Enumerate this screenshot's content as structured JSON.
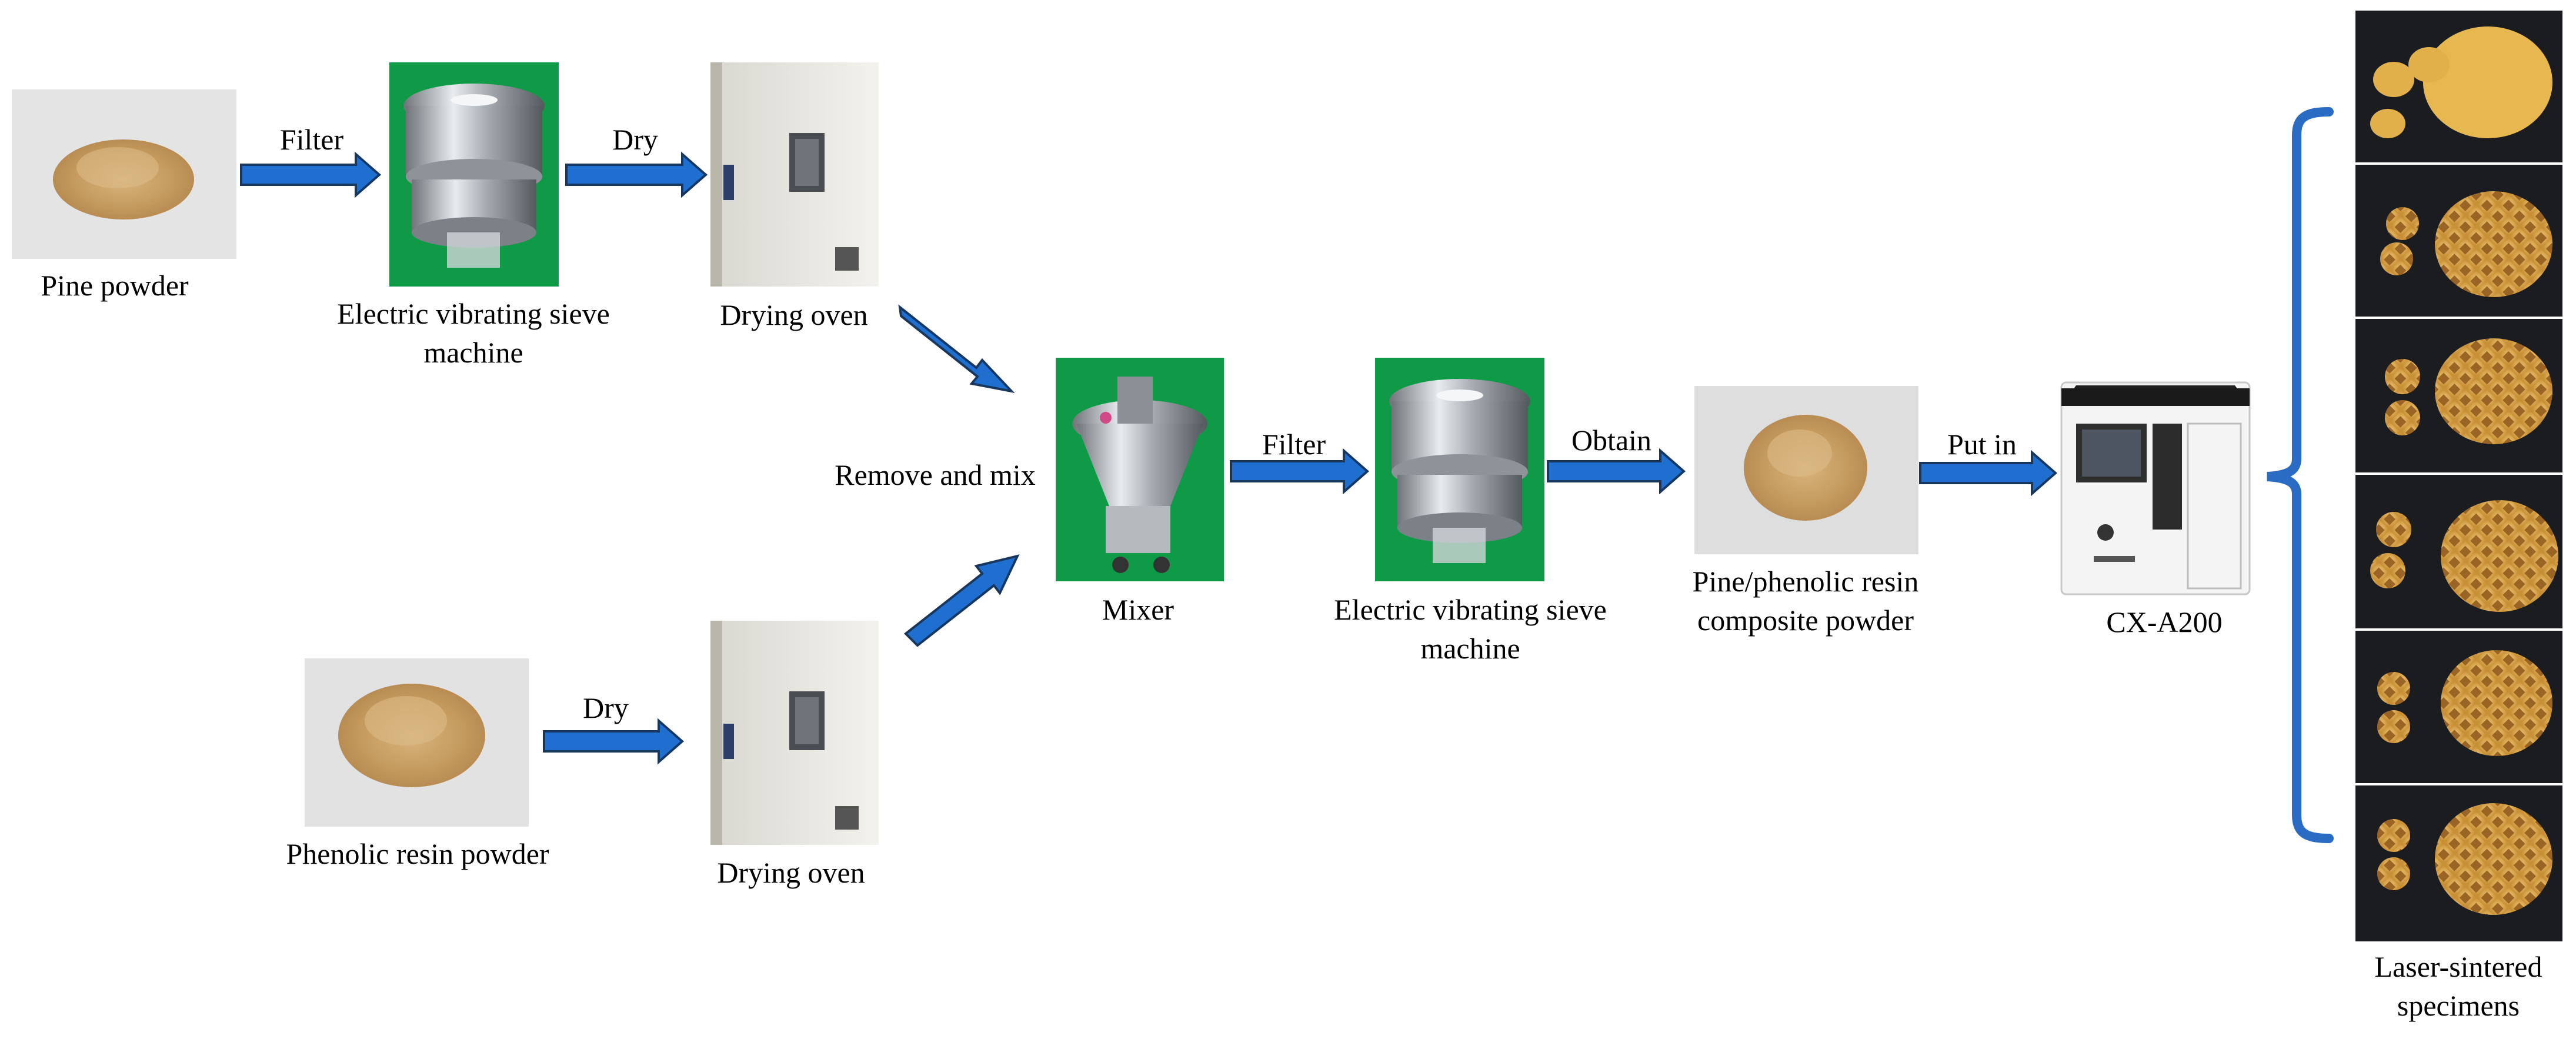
{
  "nodes": {
    "pine_powder": "Pine powder",
    "sieve_1": [
      "Electric vibrating sieve",
      "machine"
    ],
    "oven_1": "Drying oven",
    "phenolic_powder": "Phenolic resin powder",
    "oven_2": "Drying oven",
    "mixer": "Mixer",
    "sieve_2": [
      "Electric vibrating sieve",
      "machine"
    ],
    "composite": [
      "Pine/phenolic resin",
      "composite powder"
    ],
    "printer": "CX-A200",
    "specimens": [
      "Laser-sintered",
      "specimens"
    ]
  },
  "edges": {
    "filter_1": "Filter",
    "dry_1": "Dry",
    "dry_2": "Dry",
    "remove_mix": "Remove and mix",
    "filter_2": "Filter",
    "obtain": "Obtain",
    "put_in": "Put in"
  },
  "colors": {
    "arrow_fill": "#1f6fd0",
    "arrow_stroke": "#17375e",
    "brace": "#2a6cc4",
    "sieve_green": "#0f9a47",
    "powder": "#c9a36b",
    "honeycomb": "#e3b35a",
    "specimen_bg": "#1a1c20"
  }
}
